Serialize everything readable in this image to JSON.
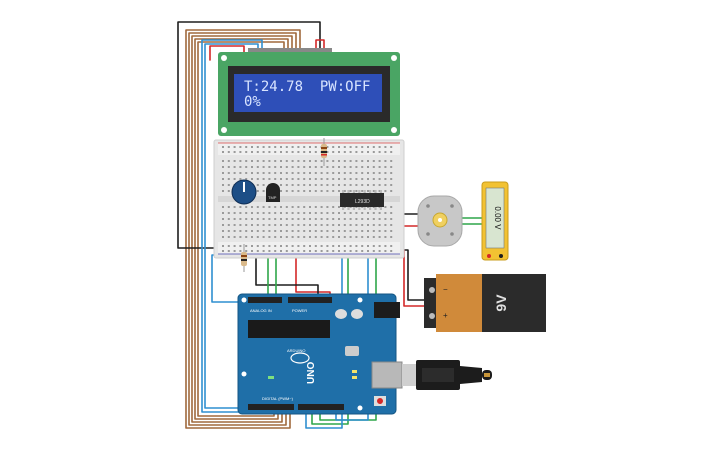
{
  "lcd": {
    "line1": "T:24.78  PW:OFF",
    "line2": "0%"
  },
  "chip": {
    "label": "L293D"
  },
  "sensor": {
    "label": "TMP"
  },
  "battery": {
    "label": "9V"
  },
  "multimeter": {
    "reading": "0.00 V"
  },
  "arduino": {
    "brand": "ARDUINO",
    "model": "UNO",
    "header_top": "ANALOG IN",
    "header_power": "POWER",
    "header_digital": "DIGITAL (PWM~)"
  },
  "colors": {
    "lcd_board": "#4aa564",
    "lcd_screen": "#2e4fb8",
    "arduino": "#1f6fa8",
    "battery_body": "#2b2b2b",
    "battery_cap": "#d08a3a",
    "multimeter": "#f2c232",
    "wire_brown": "#a0693c",
    "wire_red": "#d42828",
    "wire_green": "#2fa64a",
    "wire_blue": "#2f8fd0",
    "wire_black": "#1e1e1e"
  }
}
